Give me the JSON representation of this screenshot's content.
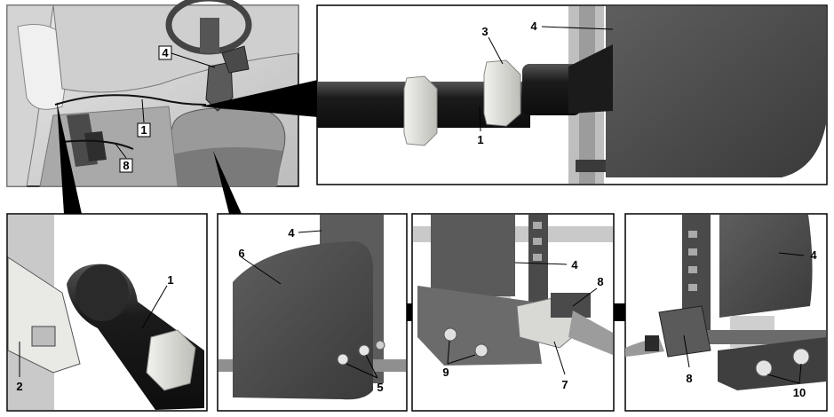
{
  "callouts": {
    "p1": {
      "n4": "4",
      "n1": "1",
      "n8": "8"
    },
    "p2": {
      "n3": "3",
      "n4": "4",
      "n1": "1"
    },
    "p3": {
      "n1": "1",
      "n2": "2"
    },
    "p4": {
      "n4": "4",
      "n6": "6",
      "n5": "5"
    },
    "p5": {
      "n8": "8",
      "n4": "4",
      "n9": "9",
      "n7": "7"
    },
    "p6": {
      "n4": "4",
      "n8": "8",
      "n10": "10"
    }
  },
  "colors": {
    "panel_border": "#000000",
    "part_dark": "#3a3a3a",
    "part_mid": "#6b6b6b",
    "part_light": "#b8b8b8",
    "nut": "#d9d9d6",
    "cable": "#1e1e1e"
  }
}
